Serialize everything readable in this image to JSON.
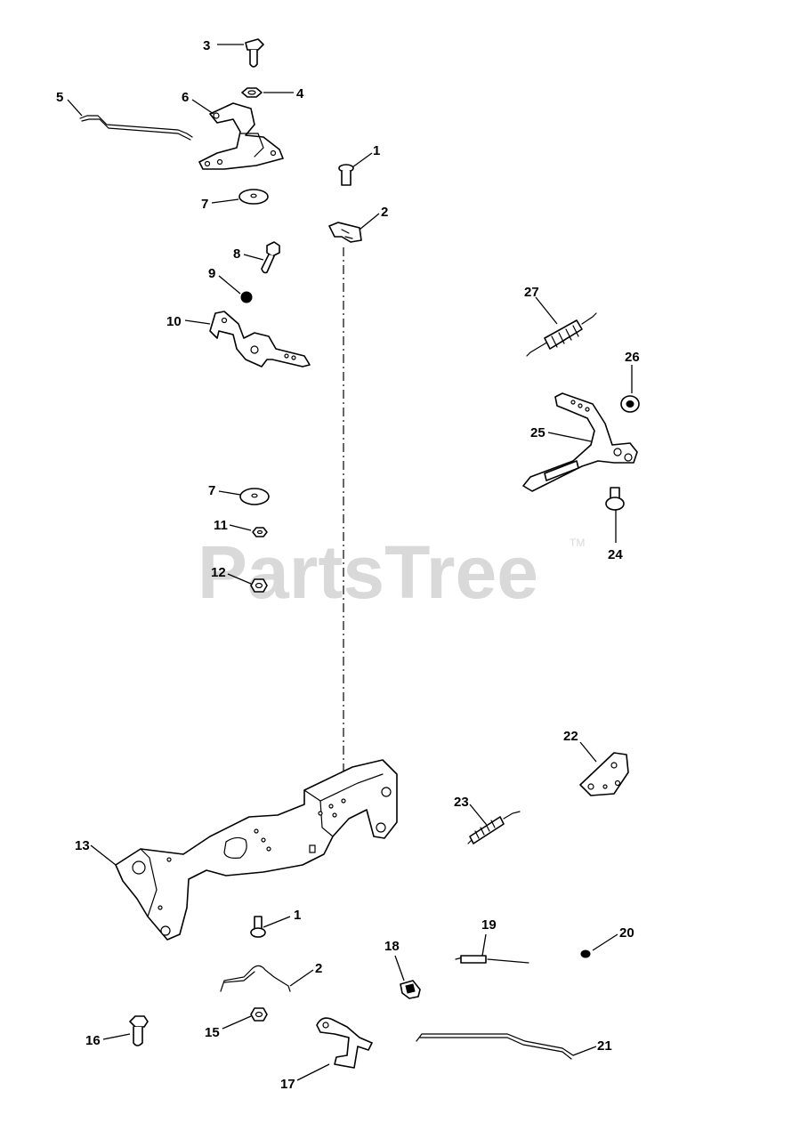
{
  "watermark": {
    "text": "PartsTree",
    "trademark": "TM"
  },
  "callouts": {
    "c1_top": "1",
    "c2_top": "2",
    "c3": "3",
    "c4": "4",
    "c5": "5",
    "c6": "6",
    "c7_top": "7",
    "c8": "8",
    "c9": "9",
    "c10": "10",
    "c7_mid": "7",
    "c11": "11",
    "c12": "12",
    "c13": "13",
    "c1_bottom": "1",
    "c2_bottom": "2",
    "c15": "15",
    "c16": "16",
    "c17": "17",
    "c18": "18",
    "c19": "19",
    "c20": "20",
    "c21": "21",
    "c22": "22",
    "c23": "23",
    "c24": "24",
    "c25": "25",
    "c26": "26",
    "c27": "27"
  }
}
